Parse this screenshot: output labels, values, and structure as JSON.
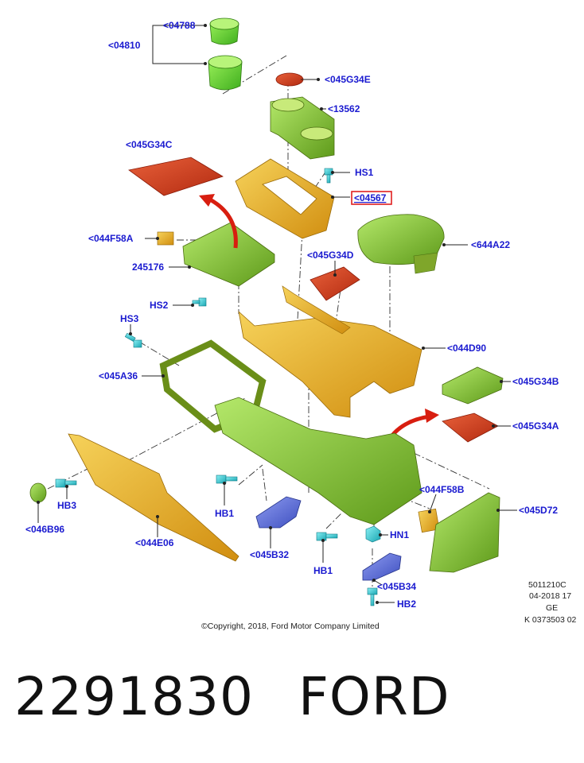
{
  "labels": {
    "l04788": "<04788",
    "l04810": "<04810",
    "l045G34E": "<045G34E",
    "l13562": "<13562",
    "l045G34C": "<045G34C",
    "lHS1": "HS1",
    "l04567": "<04567",
    "l044F58A": "<044F58A",
    "l644A22": "<644A22",
    "l245176": "245176",
    "l045G34D": "<045G34D",
    "lHS2": "HS2",
    "lHS3": "HS3",
    "l044D90": "<044D90",
    "l045A36": "<045A36",
    "l045G34B": "<045G34B",
    "l045G34A": "<045G34A",
    "l044F58B": "<044F58B",
    "l045D72": "<045D72",
    "lHB3": "HB3",
    "lHB1a": "HB1",
    "l046B96": "<046B96",
    "lHN1": "HN1",
    "l044E06": "<044E06",
    "l045B32": "<045B32",
    "lHB1b": "HB1",
    "l045B34": "<045B34",
    "lHB2": "HB2"
  },
  "meta": {
    "code": "5011210C",
    "date": "04-2018 17",
    "region": "GE",
    "ref": "K 0373503 02",
    "copyright": "©Copyright, 2018, Ford Motor Company Limited"
  },
  "footer": {
    "part_number": "2291830",
    "brand": "FORD"
  },
  "colors": {
    "label": "#1a1ad0",
    "green": "#8cc63f",
    "olive": "#7fa62a",
    "yellow": "#e8b21e",
    "red": "#d23a1e",
    "blue": "#5b6fd6",
    "cyan": "#3cc8d0",
    "highlight": "#e02020"
  }
}
